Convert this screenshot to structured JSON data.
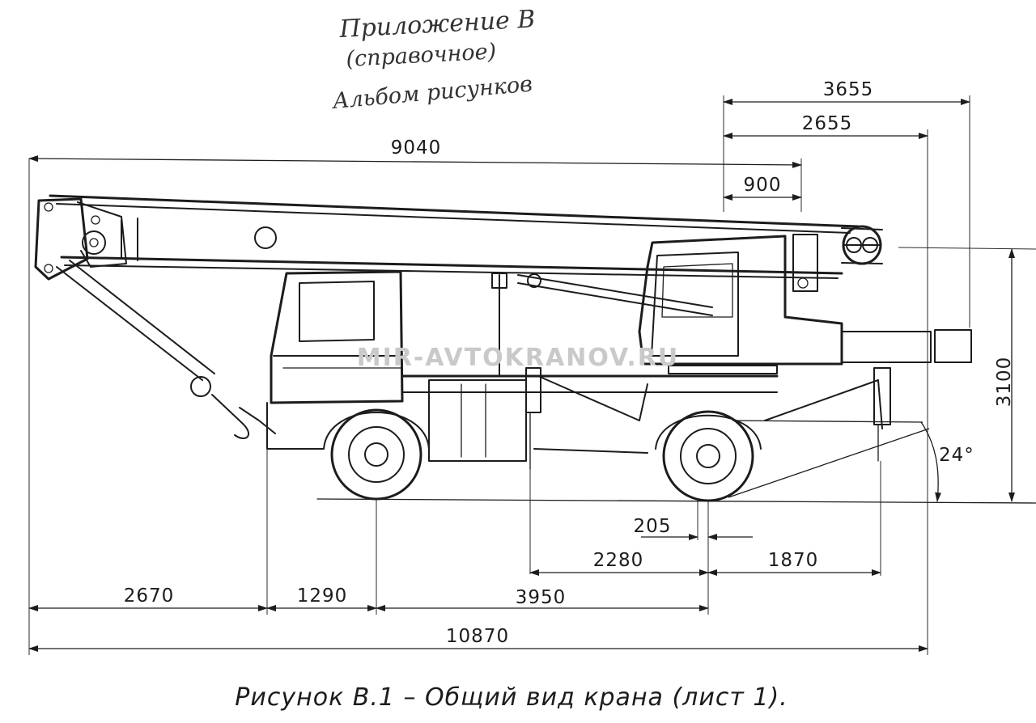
{
  "header": {
    "line1": "Приложение В",
    "line2": "(справочное)",
    "line3": "Альбом рисунков"
  },
  "watermark": "MIR-AVTOKRANOV.RU",
  "caption": "Рисунок В.1 – Общий вид крана (лист 1).",
  "dimensions": {
    "d3655": "3655",
    "d2655": "2655",
    "d900": "900",
    "d9040": "9040",
    "d3100": "3100",
    "angle": "24°",
    "d205": "205",
    "d2280": "2280",
    "d1870": "1870",
    "d2670": "2670",
    "d1290": "1290",
    "d3950": "3950",
    "d10870": "10870"
  }
}
